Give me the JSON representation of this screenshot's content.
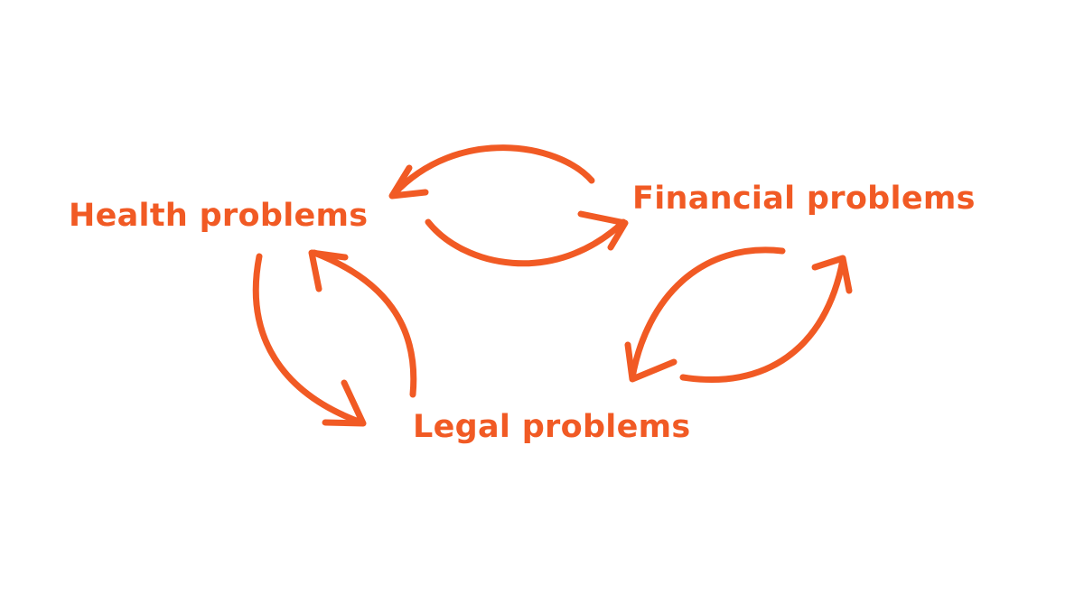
{
  "diagram": {
    "accent_color": "#f15a24",
    "background_color": "#ffffff",
    "nodes": {
      "health": "Health problems",
      "financial": "Financial problems",
      "legal": "Legal problems"
    },
    "edges": [
      {
        "from": "financial",
        "to": "health",
        "icon": "curved-arrow-icon"
      },
      {
        "from": "health",
        "to": "financial",
        "icon": "curved-arrow-icon"
      },
      {
        "from": "financial",
        "to": "legal",
        "icon": "curved-arrow-icon"
      },
      {
        "from": "legal",
        "to": "financial",
        "icon": "curved-arrow-icon"
      },
      {
        "from": "health",
        "to": "legal",
        "icon": "curved-arrow-icon"
      },
      {
        "from": "legal",
        "to": "health",
        "icon": "curved-arrow-icon"
      }
    ]
  }
}
